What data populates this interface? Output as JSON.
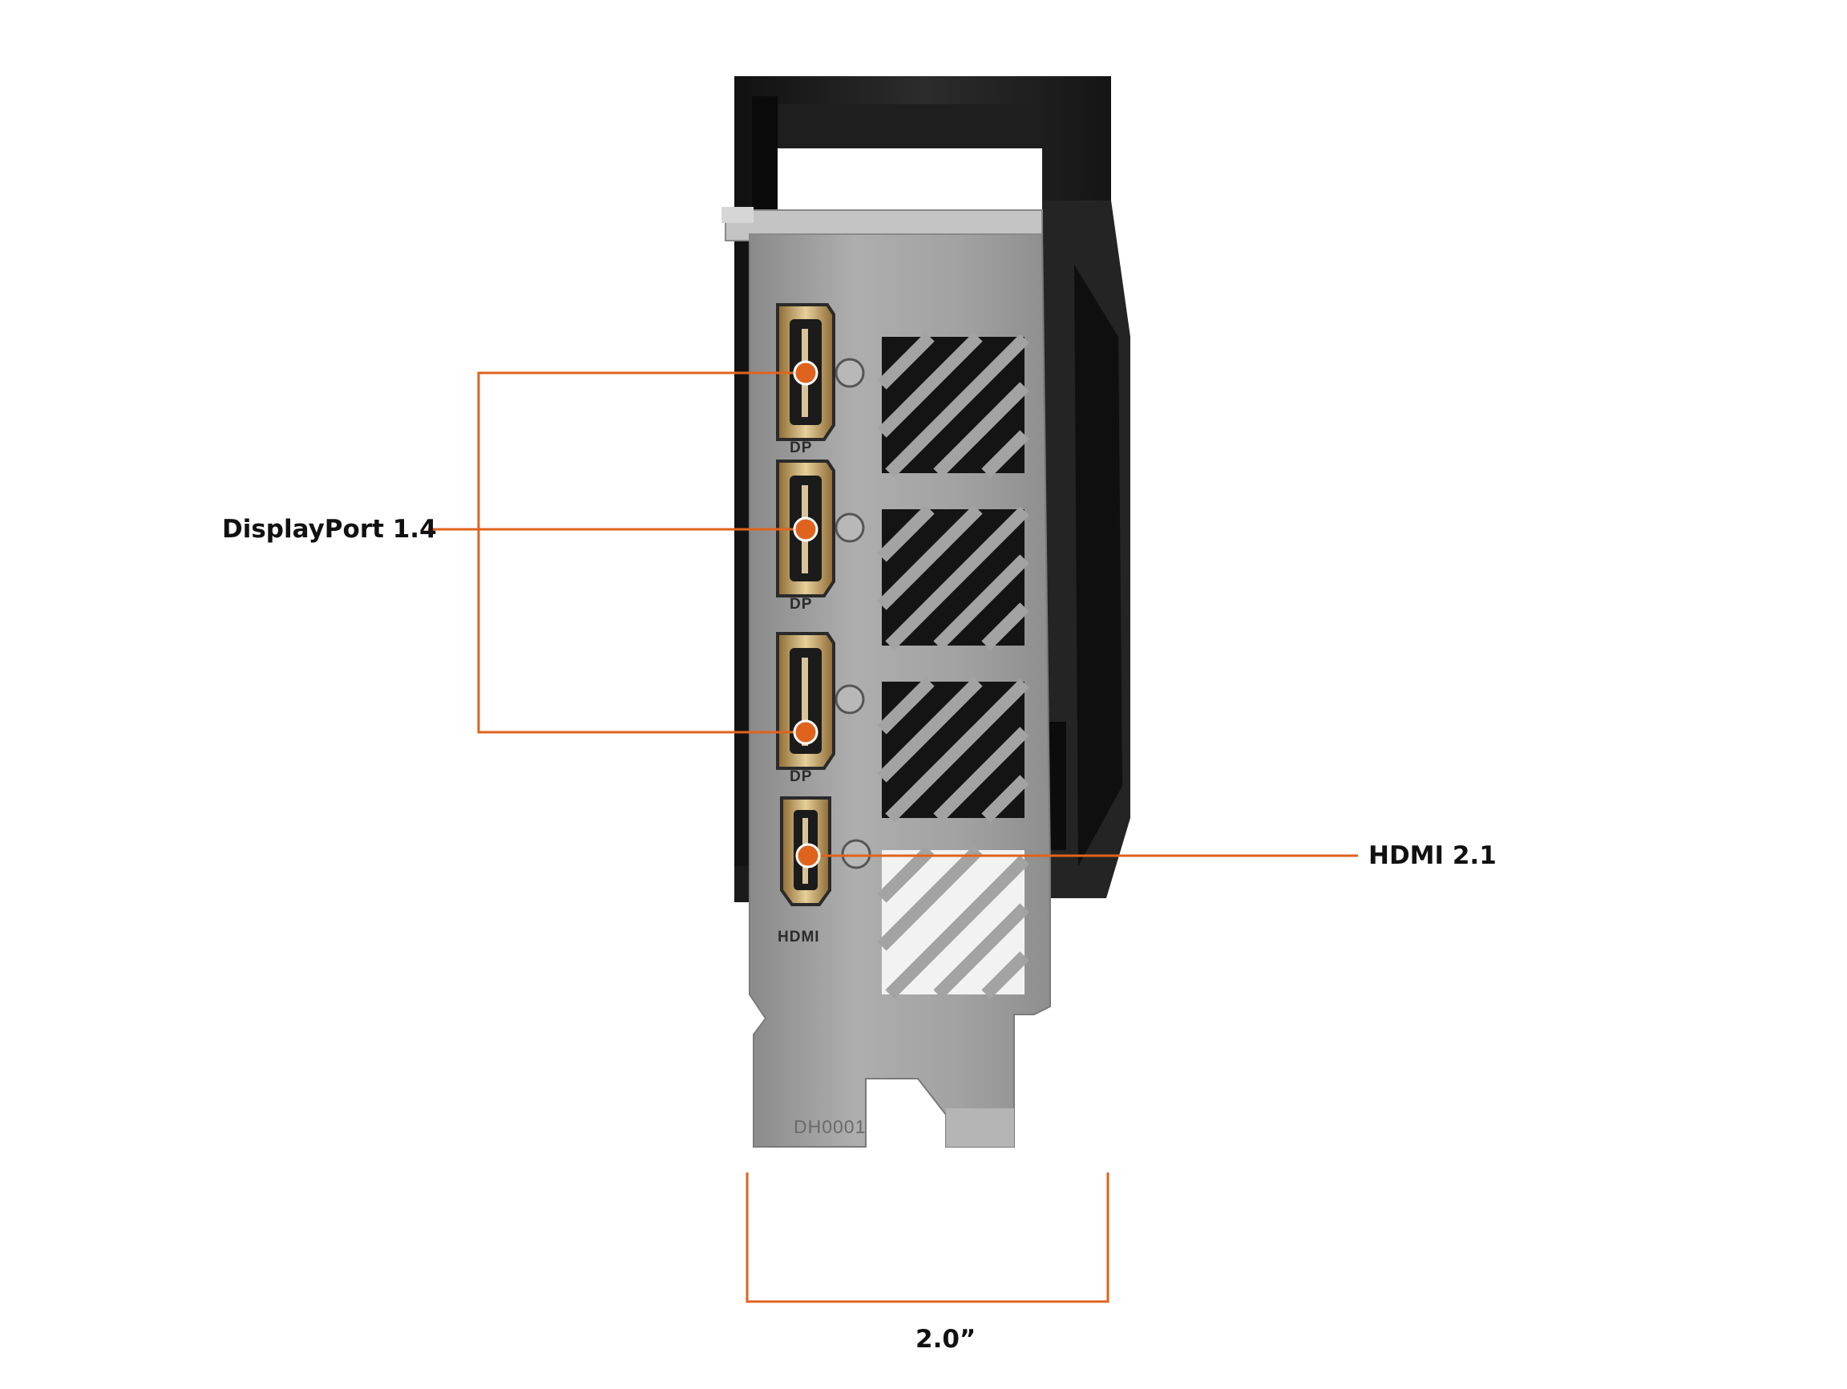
{
  "annotations": {
    "displayport_label": "DisplayPort 1.4",
    "hdmi_label": "HDMI 2.1",
    "width_label": "2.0”"
  },
  "bracket": {
    "port_marks": [
      "DP",
      "DP",
      "DP"
    ],
    "hdmi_mark": "HDMI",
    "part_code": "DH0001"
  },
  "colors": {
    "accent": "#e0631d",
    "text": "#111111",
    "bracket_metal": "#9c9c9c",
    "card_body": "#1d1d1d",
    "port_gold": "#c9a86a"
  }
}
